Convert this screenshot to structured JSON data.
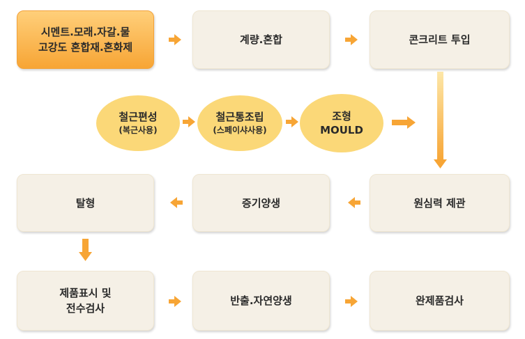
{
  "colors": {
    "step_box": "#f5f0e6",
    "highlight": "#f7a535",
    "oval": "#fbd878",
    "arrow": "#f7a535"
  },
  "nodes": {
    "materials": "시멘트.모래.자갈.물\n고강도 혼합재.혼화제",
    "weigh_mix": "계량.혼합",
    "concrete_input": "콘크리트 투입",
    "rebar_knit": {
      "main": "철근편성",
      "sub": "(복근사용)"
    },
    "rebar_assembly": {
      "main": "철근통조립",
      "sub": "(스페이샤사용)"
    },
    "molding": {
      "main": "조형",
      "sub": "MOULD"
    },
    "centrifugal": "원심력 제관",
    "steam_curing": "증기양생",
    "demolding": "탈형",
    "marking_inspection": "제품표시 및\n전수검사",
    "shipping_curing": "반출.자연양생",
    "final_inspection": "완제품검사"
  },
  "arrow_icon": "right-arrow-icon"
}
